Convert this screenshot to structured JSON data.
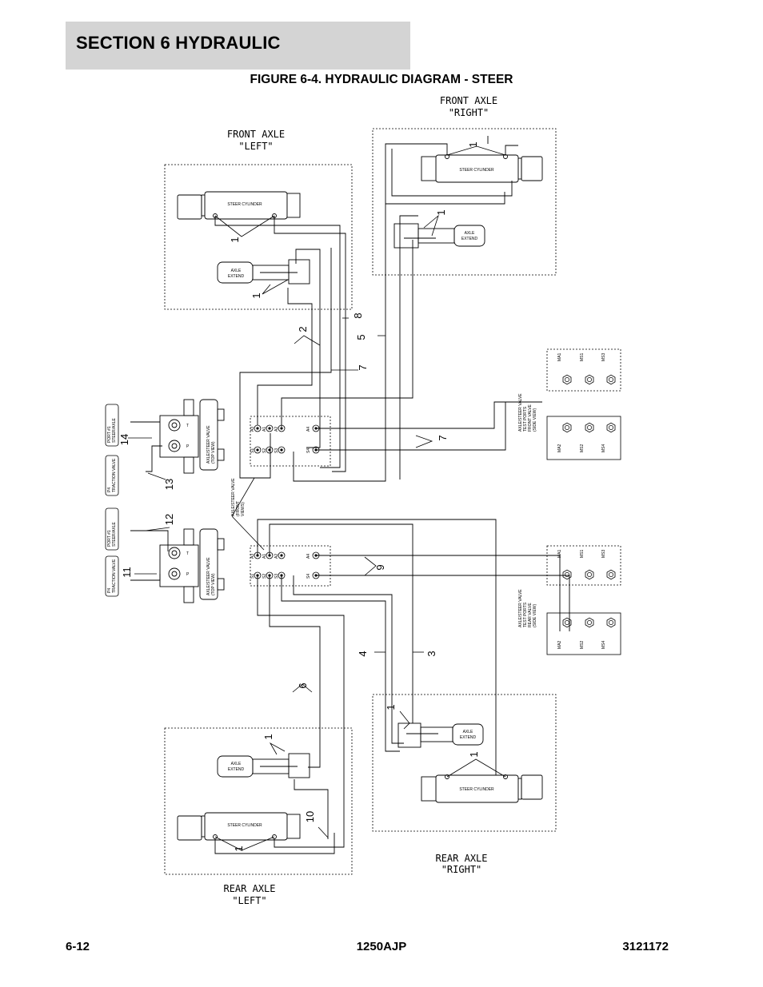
{
  "header": {
    "section": "SECTION 6   HYDRAULIC"
  },
  "figure": {
    "title": "FIGURE 6-4. HYDRAULIC DIAGRAM - STEER"
  },
  "areas": {
    "front_right": [
      "FRONT  AXLE",
      "\"RIGHT\""
    ],
    "front_left": [
      "FRONT  AXLE",
      "\"LEFT\""
    ],
    "rear_right": [
      "REAR  AXLE",
      "\"RIGHT\""
    ],
    "rear_left": [
      "REAR  AXLE",
      "\"LEFT\""
    ]
  },
  "components": {
    "steer_cylinder": "STEER CYLINDER",
    "axle_extend": [
      "AXLE",
      "EXTEND"
    ],
    "valve_top_view": [
      "AXLE/STEER VALVE",
      "(TOP VIEW)"
    ],
    "valve_front_views": [
      "AXLE/STEER VALVE",
      "(FRONT",
      "VIEWS)"
    ],
    "front_side_view": [
      "AXLE/STEER VALVE",
      "TEST PORTS",
      "FRONT VALVE",
      "(SIDE VIEW)"
    ],
    "rear_side_view": [
      "AXLE/STEER VALVE",
      "TEST PORTS",
      "REAR VALVE",
      "(SIDE VIEW)"
    ],
    "port_steer": [
      "PORT #1",
      "STEER/AXLE"
    ],
    "port_traction": [
      "P4",
      "TRACTION VALVE"
    ],
    "port_labels": [
      "A3",
      "A1",
      "A2",
      "A4",
      "S1",
      "S2",
      "S3",
      "S4"
    ],
    "test_ports_top": [
      "MA1",
      "MS1",
      "MS3"
    ],
    "test_ports_bottom": [
      "MA2",
      "MS2",
      "MS4"
    ],
    "valve_ports": [
      "T",
      "P"
    ]
  },
  "callouts": [
    "1",
    "1",
    "1",
    "1",
    "1",
    "1",
    "1",
    "1",
    "2",
    "3",
    "4",
    "5",
    "6",
    "7",
    "7",
    "8",
    "9",
    "10",
    "11",
    "12",
    "13",
    "14"
  ],
  "footer": {
    "left": "6-12",
    "center": "1250AJP",
    "right": "3121172"
  }
}
